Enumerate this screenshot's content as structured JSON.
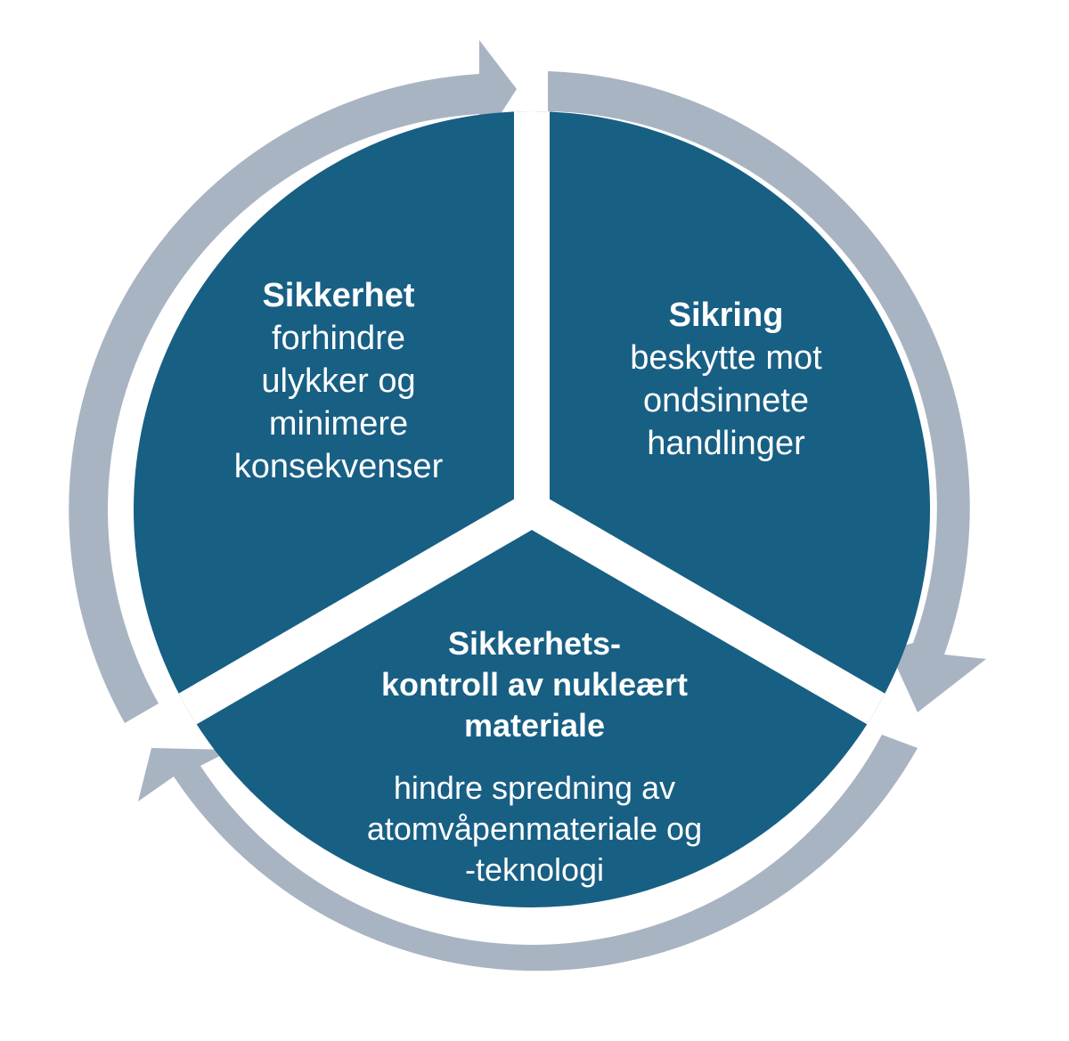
{
  "colors": {
    "segment_fill": "#185F84",
    "arrow_ring": "#A9B4C2",
    "gap": "#FFFFFF",
    "text": "#FFFFFF"
  },
  "segments": [
    {
      "id": "safety",
      "title": "Sikkerhet",
      "description_lines": [
        "forhindre",
        "ulykker og",
        "minimere",
        "konsekvenser"
      ]
    },
    {
      "id": "security",
      "title": "Sikring",
      "description_lines": [
        "beskytte mot",
        "ondsinnete",
        "handlinger"
      ]
    },
    {
      "id": "safeguards",
      "title_lines": [
        "Sikkerhets-",
        "kontroll av nukleært",
        "materiale"
      ],
      "description_lines": [
        "hindre spredning av",
        "atomvåpenmateriale og",
        "-teknologi"
      ]
    }
  ],
  "arrows": [
    {
      "from": "safety",
      "to": "security",
      "direction": "clockwise",
      "icon": "curved-arrow-icon"
    },
    {
      "from": "security",
      "to": "safeguards",
      "direction": "clockwise",
      "icon": "curved-arrow-icon"
    },
    {
      "from": "safeguards",
      "to": "safety",
      "direction": "clockwise",
      "icon": "curved-arrow-icon"
    }
  ]
}
